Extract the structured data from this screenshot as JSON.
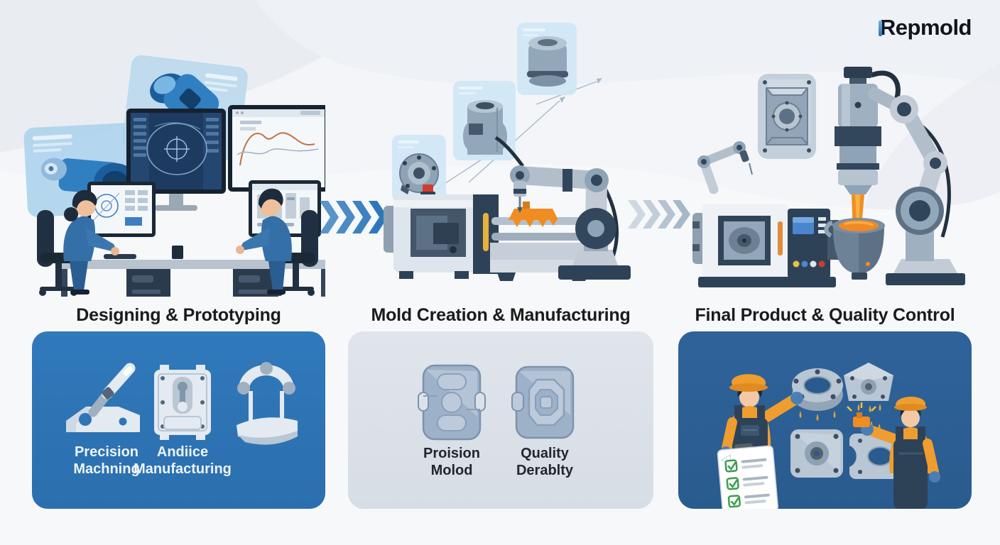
{
  "brand": {
    "name": "Repmold"
  },
  "stages": [
    {
      "title": "Designing & Prototyping"
    },
    {
      "title": "Mold Creation & Manufacturing"
    },
    {
      "title": "Final Product & Quality Control"
    }
  ],
  "panels": {
    "design": {
      "labels": [
        {
          "text": "Precision Machning"
        },
        {
          "text": "Andiice Manufacturing"
        }
      ]
    },
    "mold": {
      "labels": [
        {
          "text": "Proision Molod"
        },
        {
          "text": "Quality Derablty"
        }
      ]
    }
  },
  "icons": {
    "flow_arrows": "chevron-right",
    "panel_design": [
      "machining-arm-icon",
      "mold-plate-icon",
      "press-clamp-icon"
    ],
    "panel_mold": [
      "mold-block-icon",
      "mold-cavity-icon"
    ],
    "panel_quality": [
      "worker-icon",
      "checklist-icon",
      "machined-parts-icon"
    ]
  },
  "colors": {
    "accent_blue": "#2e75b6",
    "panel_blue": "#2e75b6",
    "panel_gray": "#dce2e9",
    "panel_dark_blue": "#2d5f94",
    "molten_orange": "#ef8d23",
    "chevron_blue": "#2e78ba",
    "chevron_gray": "#9fb0c1",
    "title_text": "#1b1b1b",
    "logo_text": "#10151d"
  }
}
